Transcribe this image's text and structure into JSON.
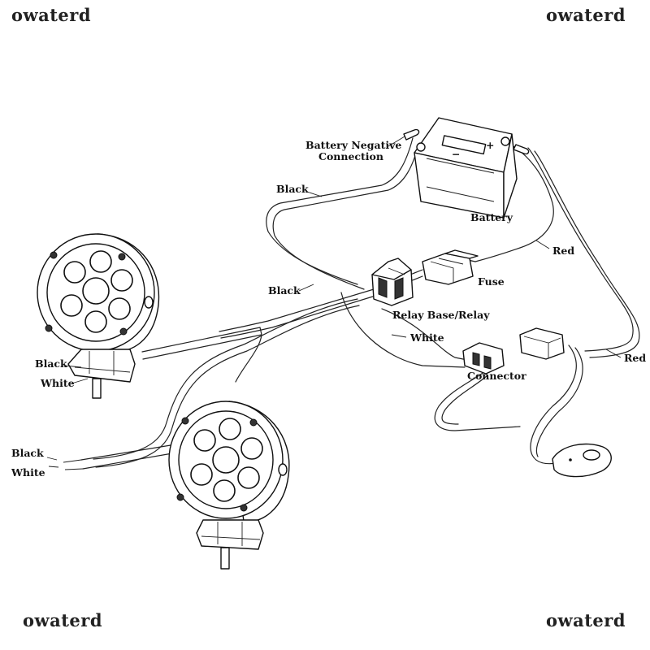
{
  "watermarks": {
    "top_left": "owaterd",
    "top_right": "owaterd",
    "bottom_left": "owaterd",
    "bottom_right": "owaterd"
  },
  "labels": {
    "battery_negative": "Battery Negative",
    "connection": "Connection",
    "battery": "Battery",
    "black_top": "Black",
    "red_top": "Red",
    "fuse": "Fuse",
    "black_mid": "Black",
    "relay": "Relay Base/Relay",
    "white_mid": "White",
    "red_right": "Red",
    "connector": "Connector",
    "black_lamp": "Black",
    "white_lamp": "White",
    "black_end": "Black",
    "white_end": "White",
    "battery_minus": "−",
    "battery_plus": "+"
  },
  "icons": [
    "battery-icon",
    "fuse-holder-icon",
    "relay-icon",
    "connector-icon",
    "switch-icon",
    "work-light-icon"
  ]
}
